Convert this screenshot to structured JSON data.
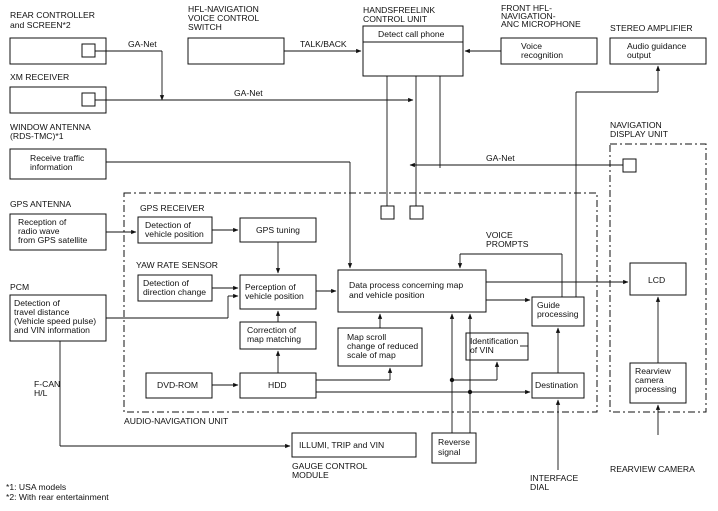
{
  "diagram": {
    "labels": {
      "rear_controller": [
        "REAR CONTROLLER",
        "and SCREEN*2"
      ],
      "hfl_switch": [
        "HFL-NAVIGATION",
        "VOICE CONTROL",
        "SWITCH"
      ],
      "handsfreelink": [
        "HANDSFREELINK",
        "CONTROL UNIT"
      ],
      "front_mic": [
        "FRONT HFL-",
        "NAVIGATION-",
        "ANC MICROPHONE"
      ],
      "stereo_amp": [
        "STEREO AMPLIFIER"
      ],
      "xm_receiver": [
        "XM RECEIVER"
      ],
      "window_antenna": [
        "WINDOW ANTENNA",
        "(RDS-TMC)*1"
      ],
      "nav_display": [
        "NAVIGATION",
        "DISPLAY UNIT"
      ],
      "gps_antenna": [
        "GPS ANTENNA"
      ],
      "gps_receiver": [
        "GPS RECEIVER"
      ],
      "yaw_sensor": [
        "YAW RATE SENSOR"
      ],
      "voice_prompts": [
        "VOICE",
        "PROMPTS"
      ],
      "pcm": [
        "PCM"
      ],
      "fcan": [
        "F-CAN",
        "H/L"
      ],
      "audio_nav_unit": [
        "AUDIO-NAVIGATION UNIT"
      ],
      "gauge_module": [
        "GAUGE CONTROL",
        "MODULE"
      ],
      "interface_dial": [
        "INTERFACE",
        "DIAL"
      ],
      "rearview_camera": [
        "REARVIEW CAMERA"
      ]
    },
    "signals": {
      "ganet_rear": "GA-Net",
      "talk_back": "TALK/BACK",
      "ganet_xm": "GA-Net",
      "ganet_nav": "GA-Net"
    },
    "blocks": {
      "detect_call_phone": [
        "Detect call phone"
      ],
      "voice_recognition": [
        "Voice",
        "recognition"
      ],
      "audio_guidance": [
        "Audio guidance",
        "output"
      ],
      "receive_traffic": [
        "Receive traffic",
        "information"
      ],
      "gps_reception": [
        "Reception of",
        "radio wave",
        "from GPS satellite"
      ],
      "detect_vehicle_pos": [
        "Detection of",
        "vehicle position"
      ],
      "gps_tuning": [
        "GPS tuning"
      ],
      "detect_direction": [
        "Detection of",
        "direction change"
      ],
      "perception": [
        "Perception of",
        "vehicle position"
      ],
      "data_process": [
        "Data process concerning map",
        "and vehicle position"
      ],
      "lcd": [
        "LCD"
      ],
      "pcm_detect": [
        "Detection of",
        "travel distance",
        "(Vehicle speed pulse)",
        "and VIN information"
      ],
      "correction": [
        "Correction of",
        "map matching"
      ],
      "map_scroll": [
        "Map scroll",
        "change of reduced",
        "scale of map"
      ],
      "identification_vin": [
        "Identification",
        "of VIN"
      ],
      "guide_processing": [
        "Guide",
        "processing"
      ],
      "dvd_rom": [
        "DVD-ROM"
      ],
      "hdd": [
        "HDD"
      ],
      "destination": [
        "Destination"
      ],
      "rearview_processing": [
        "Rearview",
        "camera",
        "processing"
      ],
      "gauge_block": [
        "ILLUMI, TRIP and VIN"
      ],
      "reverse_signal": [
        "Reverse",
        "signal"
      ]
    },
    "footnotes": [
      "*1: USA models",
      "*2: With rear entertainment"
    ]
  }
}
